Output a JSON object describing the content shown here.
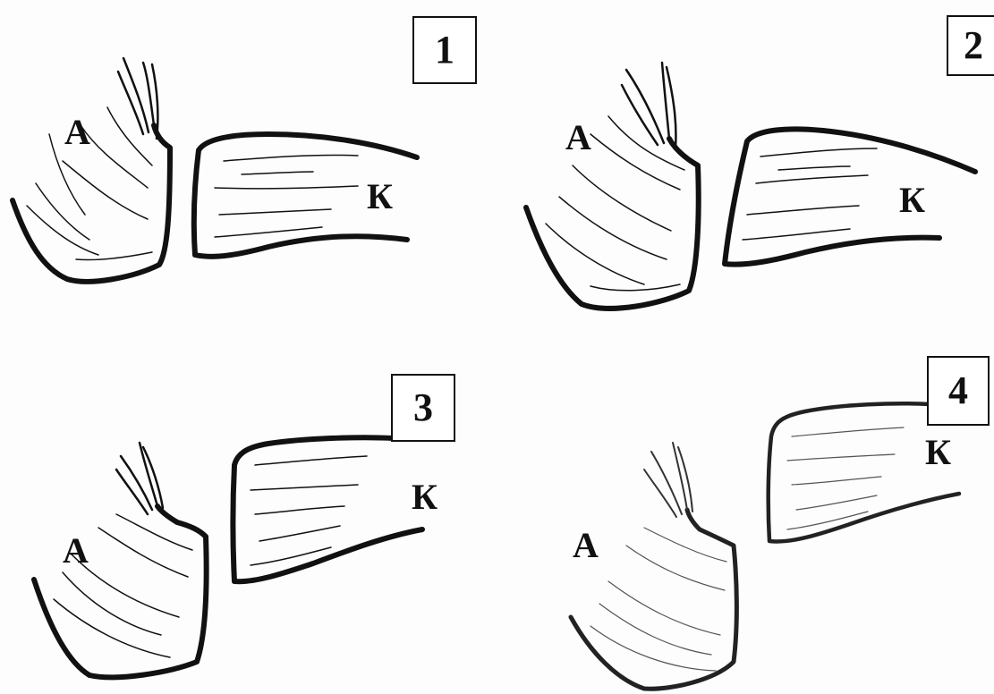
{
  "panels": [
    {
      "number": "1",
      "label_a": "А",
      "label_k": "К"
    },
    {
      "number": "2",
      "label_a": "А",
      "label_k": "К"
    },
    {
      "number": "3",
      "label_a": "А",
      "label_k": "К"
    },
    {
      "number": "4",
      "label_a": "А",
      "label_k": "К"
    }
  ]
}
